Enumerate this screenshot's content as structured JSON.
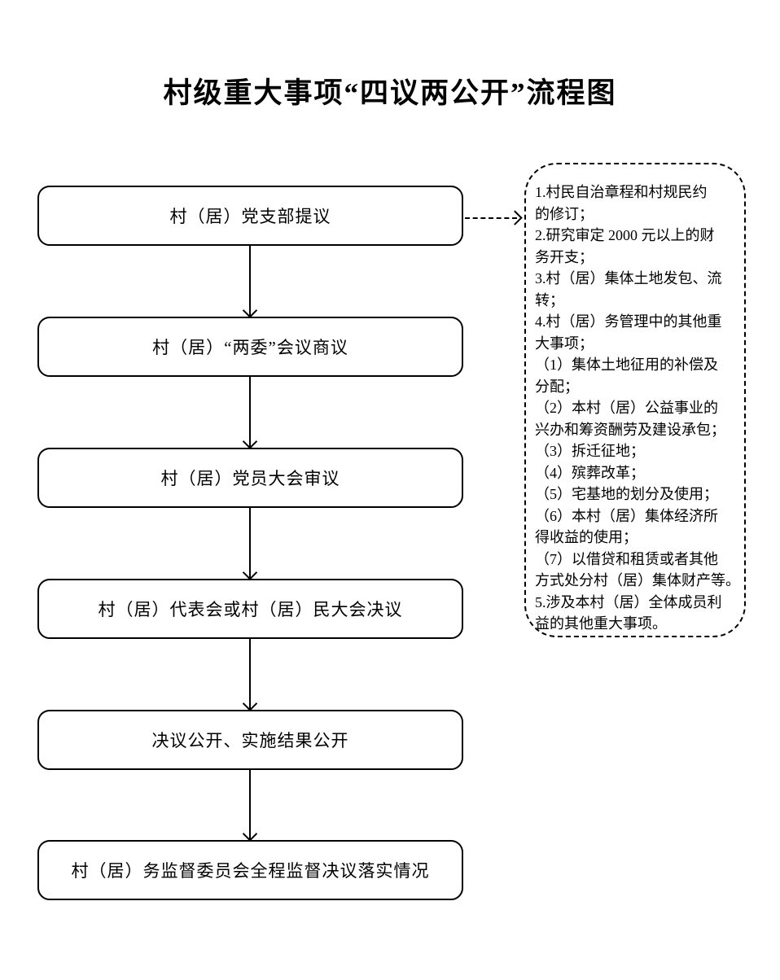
{
  "page": {
    "title": "村级重大事项“四议两公开”流程图"
  },
  "colors": {
    "ink": "#000000",
    "background": "#ffffff"
  },
  "flow": {
    "steps": [
      {
        "label": "村（居）党支部提议"
      },
      {
        "label": "村（居）“两委”会议商议"
      },
      {
        "label": "村（居）党员大会审议"
      },
      {
        "label": "村（居）代表会或村（居）民大会决议"
      },
      {
        "label": "决议公开、实施结果公开"
      },
      {
        "label": "村（居）务监督委员会全程监督决议落实情况"
      }
    ]
  },
  "side_panel": {
    "lines": [
      "1.村民自治章程和村规民约",
      "的修订；",
      "2.研究审定 2000 元以上的财",
      "务开支；",
      "3.村（居）集体土地发包、流",
      "转；",
      "4.村（居）务管理中的其他重",
      "大事项；",
      "（1）集体土地征用的补偿及",
      "分配；",
      "（2）本村（居）公益事业的",
      "兴办和筹资酬劳及建设承包；",
      "（3）拆迁征地；",
      "（4）殡葬改革；",
      "（5）宅基地的划分及使用；",
      "（6）本村（居）集体经济所",
      "得收益的使用；",
      "（7）以借贷和租赁或者其他",
      "方式处分村（居）集体财产等。",
      "5.涉及本村（居）全体成员利",
      "益的其他重大事项。"
    ]
  }
}
